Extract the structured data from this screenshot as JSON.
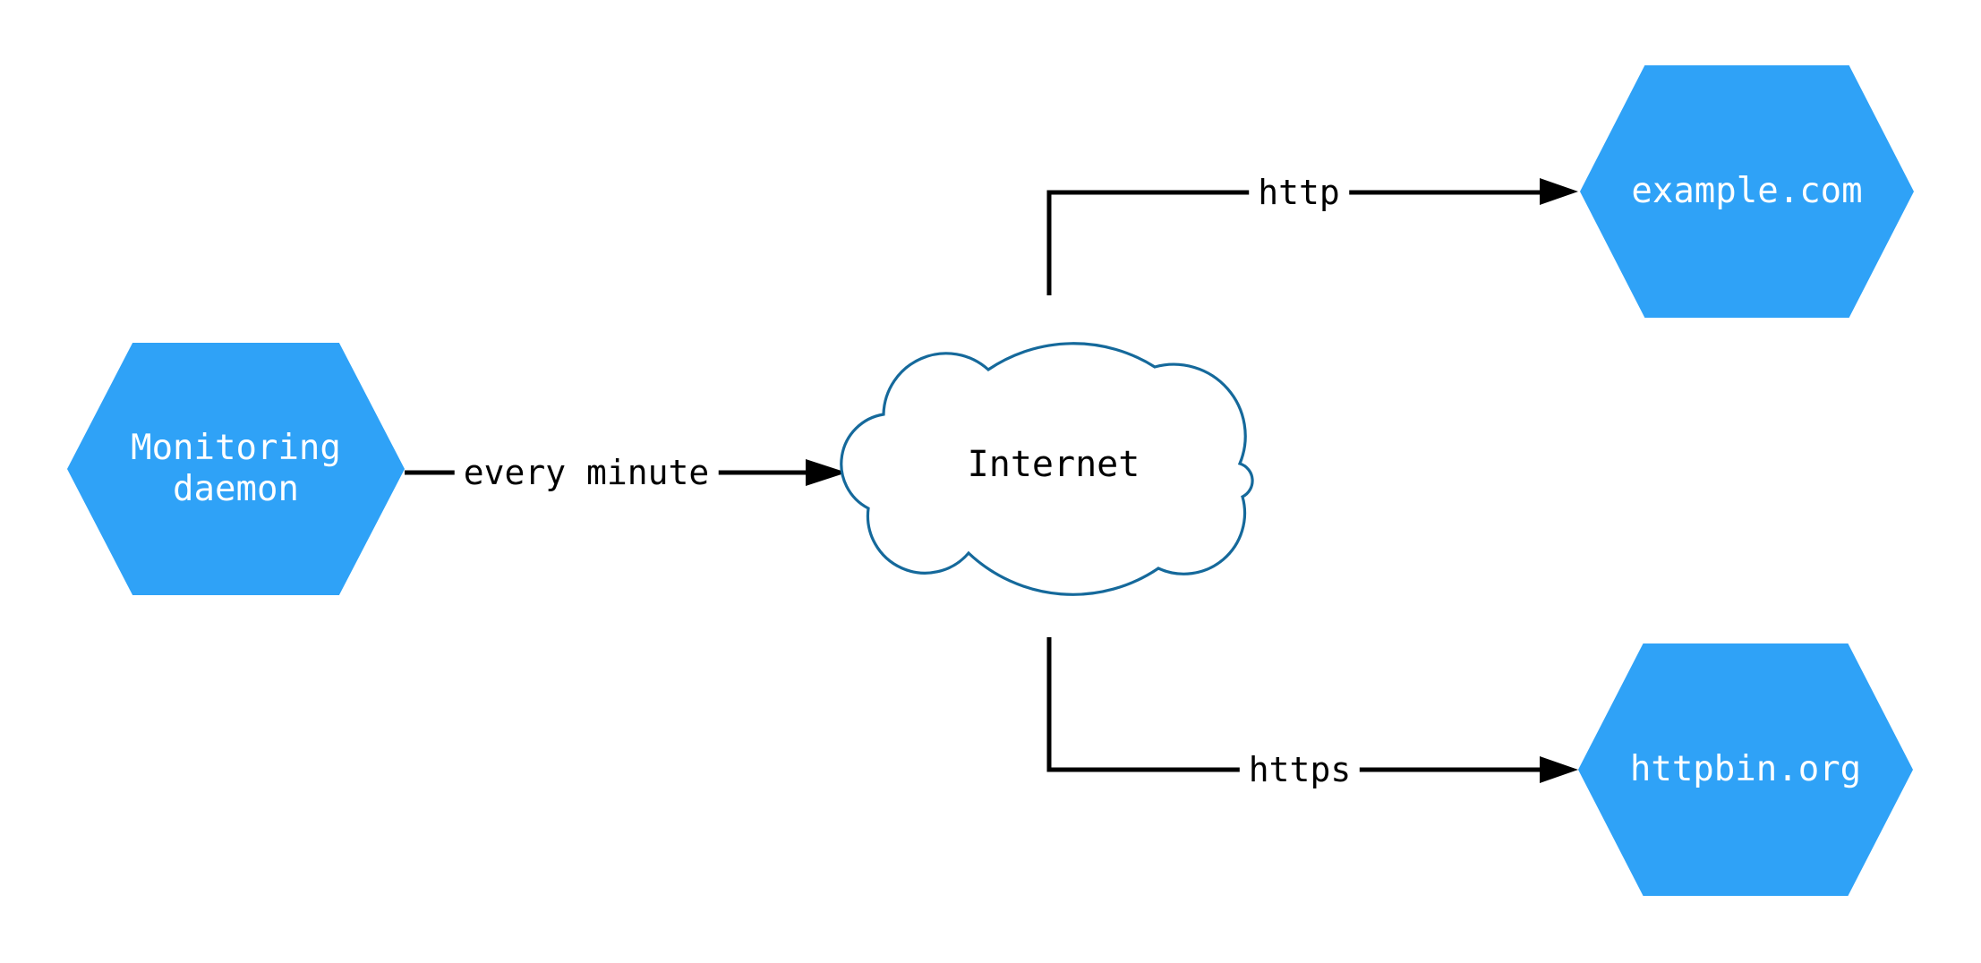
{
  "diagram": {
    "nodes": {
      "monitoring_daemon": {
        "label": "Monitoring daemon",
        "label_lines": [
          "Monitoring",
          "daemon"
        ],
        "shape": "hexagon"
      },
      "internet": {
        "label": "Internet",
        "shape": "cloud"
      },
      "example_com": {
        "label": "example.com",
        "shape": "hexagon"
      },
      "httpbin_org": {
        "label": "httpbin.org",
        "shape": "hexagon"
      }
    },
    "edges": [
      {
        "from": "Monitoring daemon",
        "to": "Internet",
        "label": "every minute"
      },
      {
        "from": "Internet",
        "to": "example.com",
        "label": "http"
      },
      {
        "from": "Internet",
        "to": "httpbin.org",
        "label": "https"
      }
    ],
    "colors": {
      "node_fill": "#2FA2F7",
      "node_text": "#FFFFFF",
      "cloud_stroke": "#15699B",
      "cloud_fill": "#FFFFFF",
      "edge_stroke": "#000000",
      "label_text": "#000000",
      "background": "#FFFFFF"
    }
  }
}
